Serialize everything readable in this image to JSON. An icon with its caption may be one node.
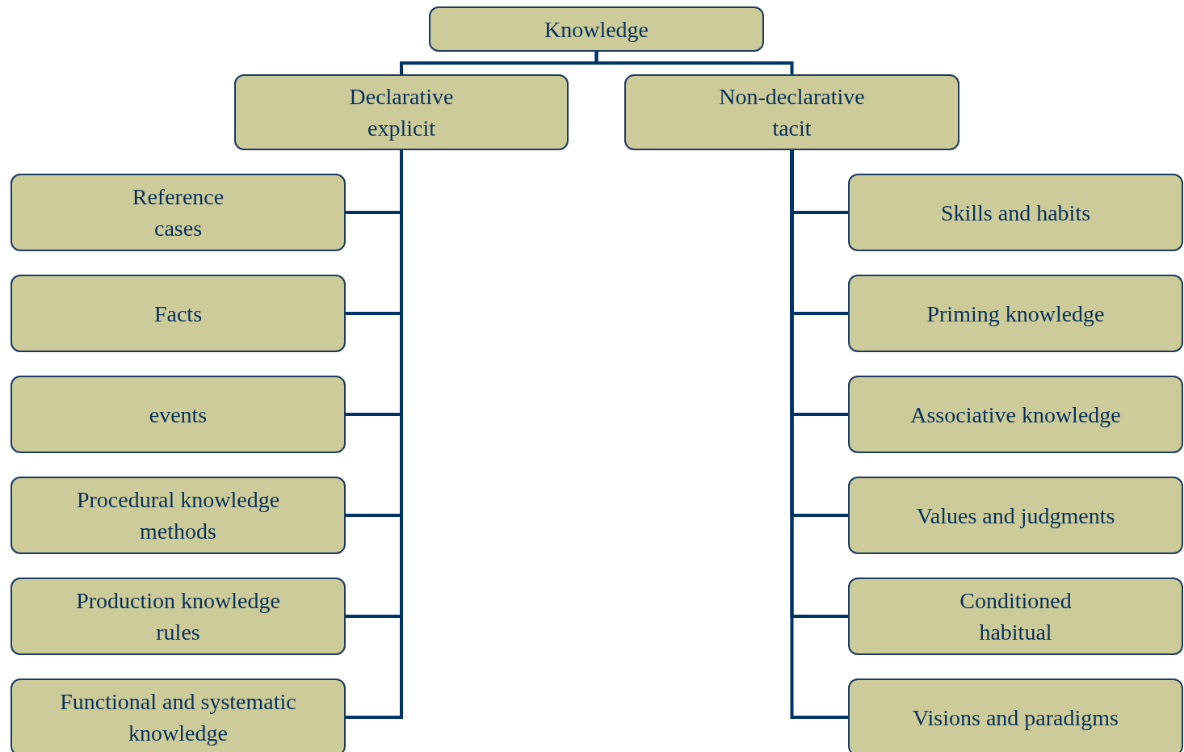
{
  "diagram": {
    "nodes": [
      {
        "text": [
          "Knowledge"
        ]
      },
      {
        "text": [
          "Declarative",
          "explicit"
        ]
      },
      {
        "text": [
          "Non-declarative",
          "tacit"
        ]
      },
      {
        "text": [
          "Reference",
          "cases"
        ]
      },
      {
        "text": [
          "Skills and habits"
        ]
      },
      {
        "text": [
          "Facts"
        ]
      },
      {
        "text": [
          "Priming knowledge"
        ]
      },
      {
        "text": [
          "events"
        ]
      },
      {
        "text": [
          "Associative knowledge"
        ]
      },
      {
        "text": [
          "Procedural knowledge",
          "methods"
        ]
      },
      {
        "text": [
          "Values and judgments"
        ]
      },
      {
        "text": [
          "Production knowledge",
          "rules"
        ]
      },
      {
        "text": [
          "Conditioned",
          "habitual"
        ]
      },
      {
        "text": [
          "Functional and systematic",
          "knowledge"
        ]
      },
      {
        "text": [
          "Visions and paradigms"
        ]
      }
    ],
    "edges": [
      {
        "from": 0,
        "to": 1,
        "arrow": "none"
      },
      {
        "from": 0,
        "to": 2,
        "arrow": "none"
      },
      {
        "from": 1,
        "to": 3,
        "arrow": "none"
      },
      {
        "from": 1,
        "to": 5,
        "arrow": "none"
      },
      {
        "from": 1,
        "to": 7,
        "arrow": "none"
      },
      {
        "from": 1,
        "to": 9,
        "arrow": "none"
      },
      {
        "from": 1,
        "to": 11,
        "arrow": "none"
      },
      {
        "from": 1,
        "to": 13,
        "arrow": "none"
      },
      {
        "from": 2,
        "to": 4,
        "arrow": "none"
      },
      {
        "from": 2,
        "to": 6,
        "arrow": "none"
      },
      {
        "from": 2,
        "to": 8,
        "arrow": "none"
      },
      {
        "from": 2,
        "to": 10,
        "arrow": "none"
      },
      {
        "from": 2,
        "to": 12,
        "arrow": "none"
      },
      {
        "from": 2,
        "to": 14,
        "arrow": "none"
      }
    ]
  }
}
